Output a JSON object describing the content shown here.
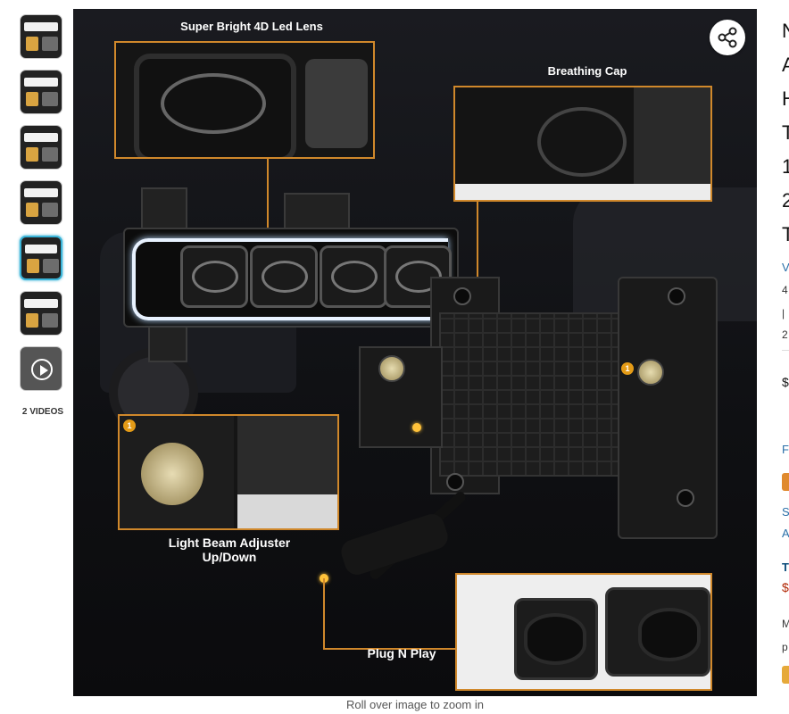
{
  "thumbnails": {
    "count": 7,
    "selected_index": 4,
    "videos_label": "2 VIDEOS"
  },
  "image": {
    "callouts": {
      "lens": "Super Bright 4D Led Lens",
      "cap": "Breathing Cap",
      "adjuster": "Light Beam Adjuster\nUp/Down",
      "plug": "Plug N Play"
    },
    "badge_number": "1"
  },
  "share_icon": "share-icon",
  "caption": "Roll over image to zoom in",
  "right_column": {
    "title_lines": [
      "N",
      "A",
      "H",
      "T",
      "1",
      "2",
      "T"
    ],
    "link_1": "V",
    "small_1": "4",
    "small_2": "|",
    "small_3": "2",
    "price": "$",
    "link_2": "F",
    "link_3": "S",
    "link_4": "A",
    "heading": "T",
    "red_price": "$",
    "small_4": "M",
    "small_5": "p"
  },
  "colors": {
    "accent": "#d0882b",
    "thumb_selected": "#3ab4d8",
    "link": "#2a6fa8",
    "price_red": "#b12704"
  }
}
